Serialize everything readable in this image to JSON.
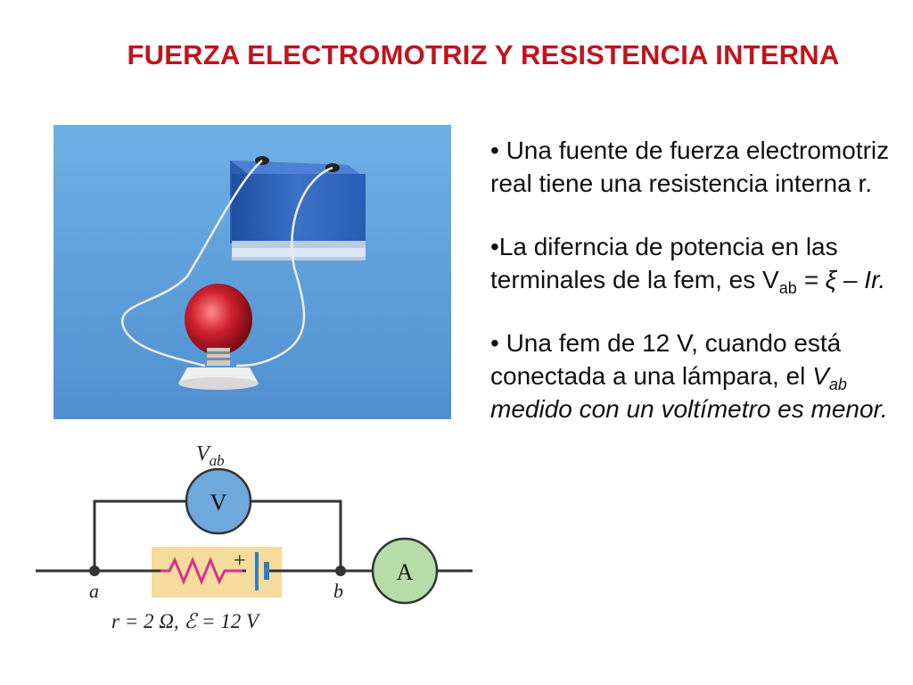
{
  "title": "FUERZA ELECTROMOTRIZ  Y RESISTENCIA INTERNA",
  "bullets": {
    "b1": "• Una fuente de fuerza electromotriz real tiene una resistencia interna r.",
    "b2_pre": "•La diferncia de potencia en las terminales de la fem, es ",
    "b2_v": "V",
    "b2_sub": "ab",
    "b2_post": " = ξ – Ir.",
    "b3_pre": "• Una fem de 12 V, cuando está conectada a una lámpara, el ",
    "b3_v": "V",
    "b3_sub": "ab",
    "b3_post": " medido con un voltímetro es menor."
  },
  "circuit": {
    "vab_V": "V",
    "vab_sub": "ab",
    "voltmeter": "V",
    "ammeter": "A",
    "plus": "+",
    "node_a": "a",
    "node_b": "b",
    "caption": "r = 2 Ω, ℰ = 12 V"
  },
  "colors": {
    "title": "#c0141c",
    "meter_voltmeter": "#6fa8dc",
    "meter_ammeter": "#b6dca8",
    "battery_box": "#f6dc9c",
    "resistor": "#d6318a",
    "battery_plates": "#2f7fc1",
    "photo_bg": "#5f9fd8"
  }
}
